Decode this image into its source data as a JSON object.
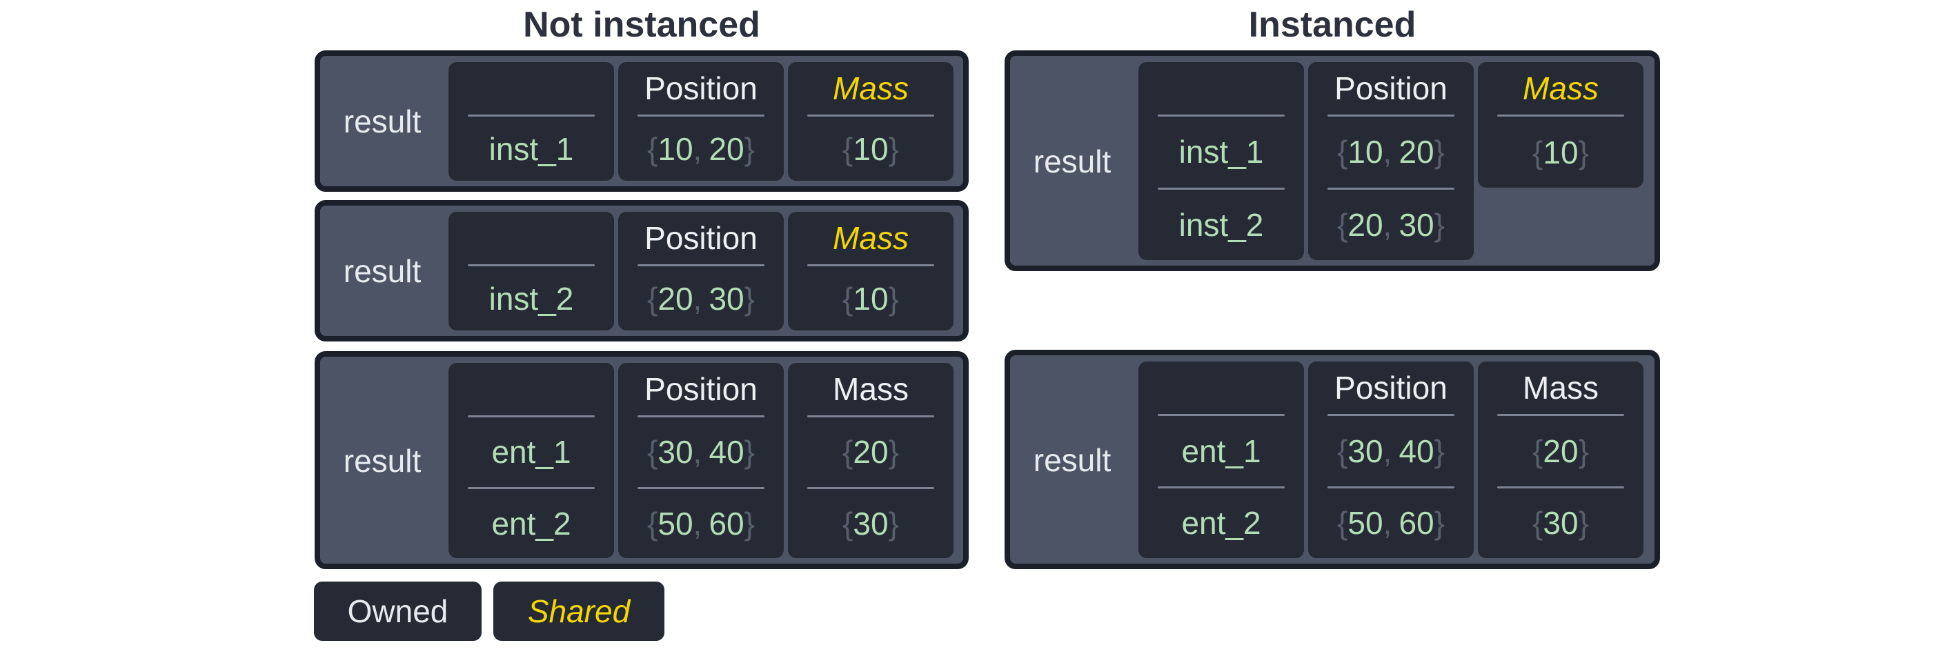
{
  "titles": {
    "left": "Not instanced",
    "right": "Instanced"
  },
  "punct": {
    "open": "{",
    "close": "}",
    "comma": ","
  },
  "headers": {
    "name": "",
    "position": "Position",
    "mass": "Mass"
  },
  "legend": {
    "owned": "Owned",
    "shared": "Shared"
  },
  "colors": {
    "page_bg": "#ffffff",
    "title_text": "#2c313d",
    "box_border": "#1b1f29",
    "box_bg": "#4d5465",
    "cell_bg": "#252a34",
    "header_text": "#eef0f4",
    "shared_yellow": "#f4d603",
    "value_green": "#b4ddb7",
    "brace_gray": "#575e6c",
    "divider_gray": "#7c8393",
    "result_text": "#e7eaef"
  },
  "boxes": {
    "n1": {
      "label": "result",
      "name_header": "",
      "position_header": "Position",
      "mass_header": "Mass",
      "mass_shared": true,
      "rows": [
        {
          "name": "inst_1",
          "px": "10",
          "py": "20",
          "mass": "10"
        }
      ]
    },
    "n2": {
      "label": "result",
      "name_header": "",
      "position_header": "Position",
      "mass_header": "Mass",
      "mass_shared": true,
      "rows": [
        {
          "name": "inst_2",
          "px": "20",
          "py": "30",
          "mass": "10"
        }
      ]
    },
    "n3": {
      "label": "result",
      "name_header": "",
      "position_header": "Position",
      "mass_header": "Mass",
      "mass_shared": false,
      "rows": [
        {
          "name": "ent_1",
          "px": "30",
          "py": "40",
          "mass": "20"
        },
        {
          "name": "ent_2",
          "px": "50",
          "py": "60",
          "mass": "30"
        }
      ]
    },
    "i1": {
      "label": "result",
      "name_header": "",
      "position_header": "Position",
      "mass_header": "Mass",
      "mass_shared": true,
      "mass_single_shared_value": "10",
      "rows": [
        {
          "name": "inst_1",
          "px": "10",
          "py": "20"
        },
        {
          "name": "inst_2",
          "px": "20",
          "py": "30"
        }
      ]
    },
    "i2": {
      "label": "result",
      "name_header": "",
      "position_header": "Position",
      "mass_header": "Mass",
      "mass_shared": false,
      "rows": [
        {
          "name": "ent_1",
          "px": "30",
          "py": "40",
          "mass": "20"
        },
        {
          "name": "ent_2",
          "px": "50",
          "py": "60",
          "mass": "30"
        }
      ]
    }
  }
}
